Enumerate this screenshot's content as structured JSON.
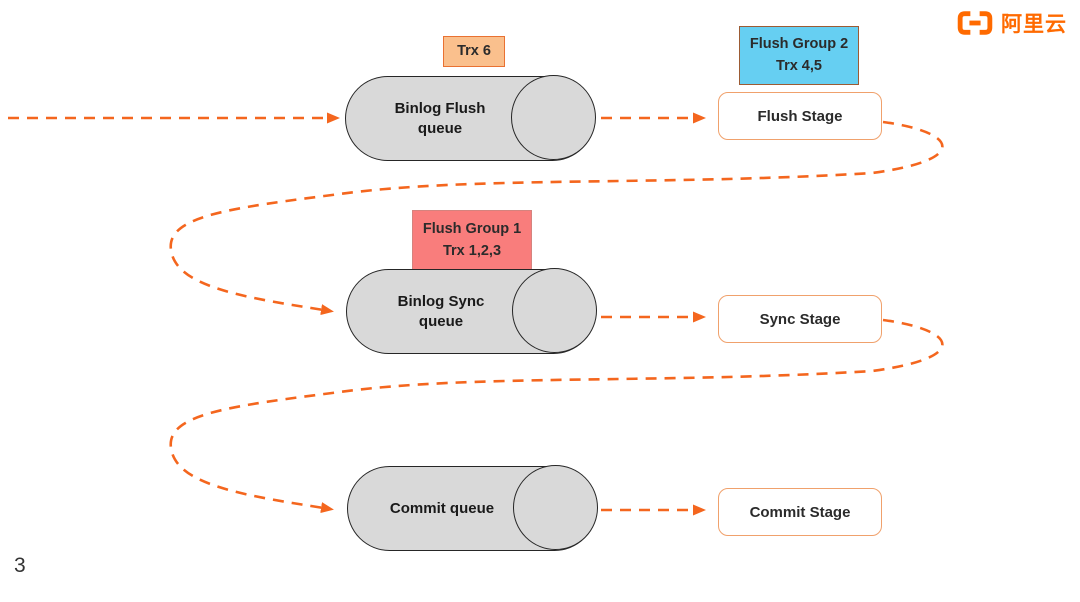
{
  "slide": {
    "page_number": "3",
    "background": "#FFFFFF"
  },
  "logo": {
    "name": "alibaba-cloud",
    "text": "阿里云",
    "color": "#FF6A00"
  },
  "colors": {
    "arrow": "#F4661E",
    "queue_fill": "#D9D9D9",
    "queue_border": "#262626",
    "stage_border": "#F0A16C",
    "tag_trx6_fill": "#FAC08D",
    "tag_trx6_border": "#E97132",
    "tag_flush_group2_fill": "#66CFF2",
    "tag_flush_group1_fill": "#F97D7C"
  },
  "diagram": {
    "flush_queue": {
      "line1": "Binlog Flush",
      "line2": "queue"
    },
    "sync_queue": {
      "line1": "Binlog Sync",
      "line2": "queue"
    },
    "commit_queue": {
      "line1": "Commit queue",
      "line2": ""
    },
    "flush_stage": {
      "label": "Flush Stage"
    },
    "sync_stage": {
      "label": "Sync Stage"
    },
    "commit_stage": {
      "label": "Commit Stage"
    },
    "tag_trx6": {
      "line1": "Trx 6",
      "line2": ""
    },
    "tag_flush_group2": {
      "line1": "Flush Group 2",
      "line2": "Trx 4,5"
    },
    "tag_flush_group1": {
      "line1": "Flush Group 1",
      "line2": "Trx 1,2,3"
    }
  }
}
